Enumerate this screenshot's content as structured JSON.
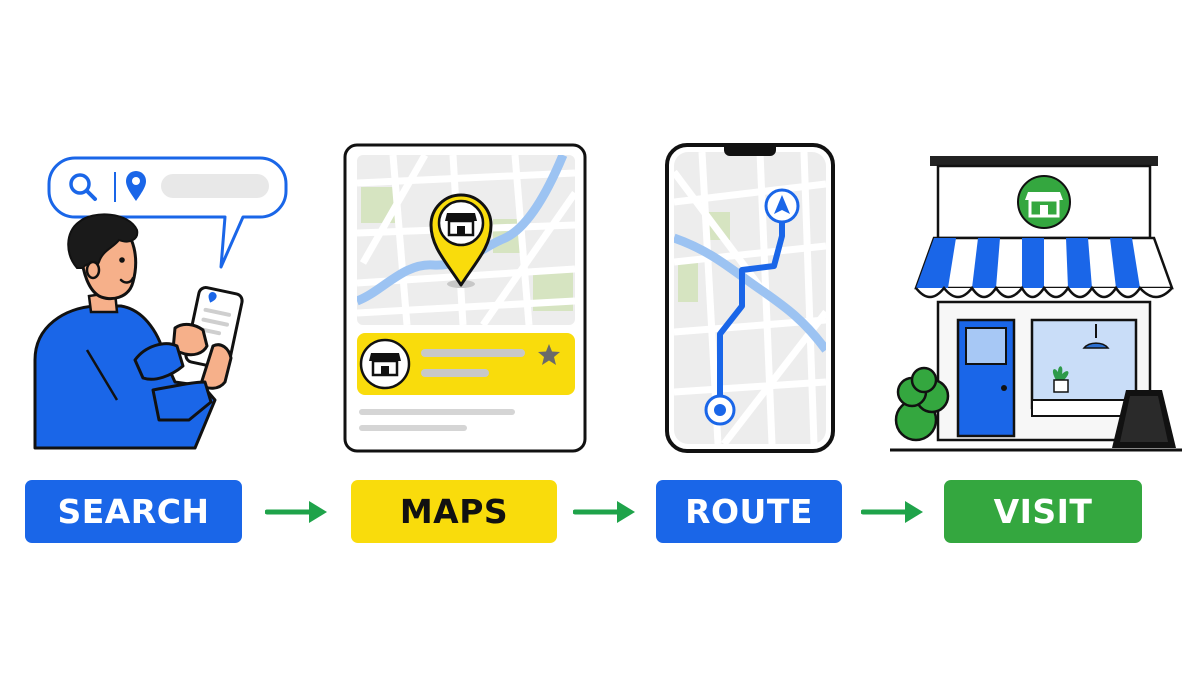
{
  "stages": [
    {
      "label": "SEARCH",
      "color": "#1a66e8",
      "text_color": "#ffffff",
      "icons": [
        "search-icon",
        "map-pin-icon"
      ]
    },
    {
      "label": "MAPS",
      "color": "#f9dc0c",
      "text_color": "#111111",
      "icons": [
        "store-icon",
        "star-icon"
      ]
    },
    {
      "label": "ROUTE",
      "color": "#1a66e8",
      "text_color": "#ffffff",
      "icons": [
        "navigation-arrow-icon"
      ]
    },
    {
      "label": "VISIT",
      "color": "#34a73f",
      "text_color": "#ffffff",
      "icons": [
        "store-icon"
      ]
    }
  ],
  "connector_color": "#1fa34a",
  "colors": {
    "map_bg": "#ededed",
    "map_road": "#ffffff",
    "map_water": "#9cc3f2",
    "map_park": "#d6e4c1"
  }
}
